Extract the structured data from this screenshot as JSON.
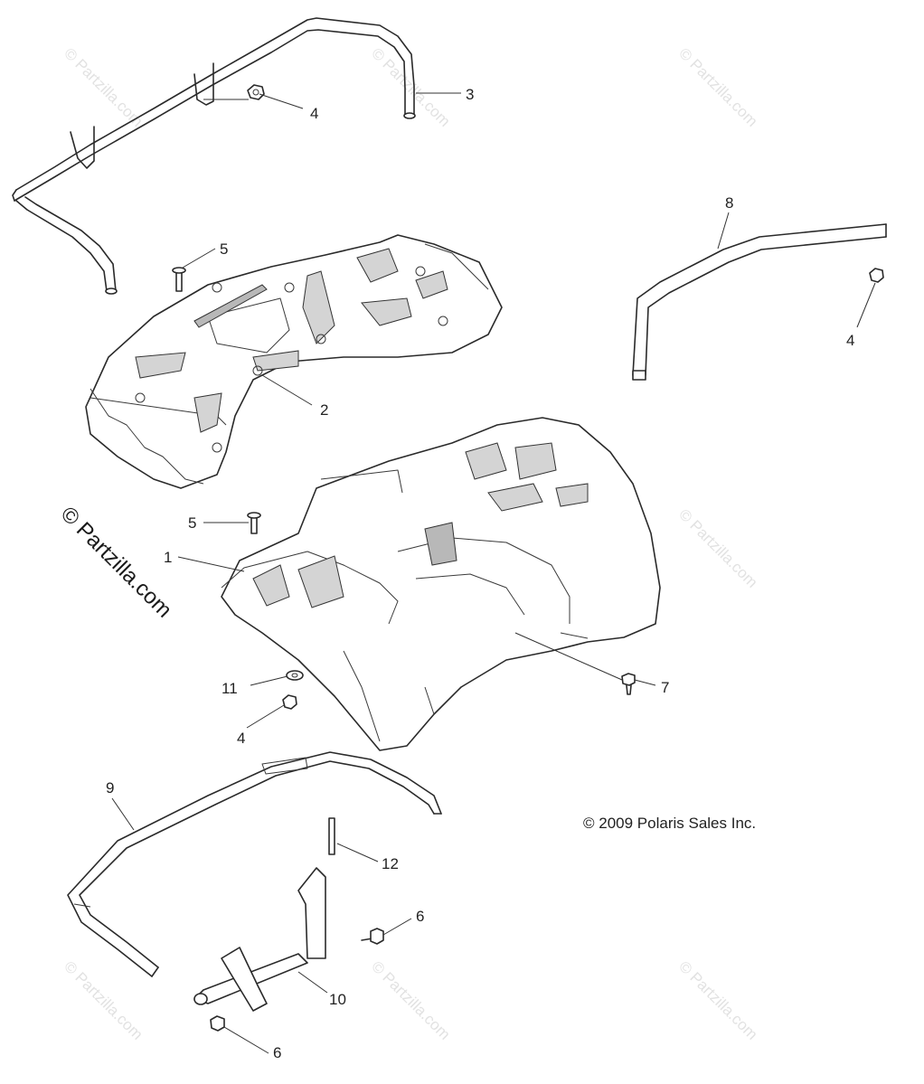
{
  "watermark": {
    "faint_text": "© Partzilla.com",
    "main_text": "© Partzilla.com"
  },
  "copyright": "© 2009 Polaris Sales Inc.",
  "callouts": {
    "rear_rack_tube": "3",
    "nut_top": "4",
    "screw_top": "5",
    "rack": "2",
    "brace_right": "8",
    "nut_right": "4",
    "screw_mid": "5",
    "rear_cab": "1",
    "washer": "11",
    "nut_lower": "4",
    "push_rivet": "7",
    "lower_rail": "9",
    "pin": "12",
    "bolt_right": "6",
    "bracket": "10",
    "bolt_lower": "6"
  }
}
